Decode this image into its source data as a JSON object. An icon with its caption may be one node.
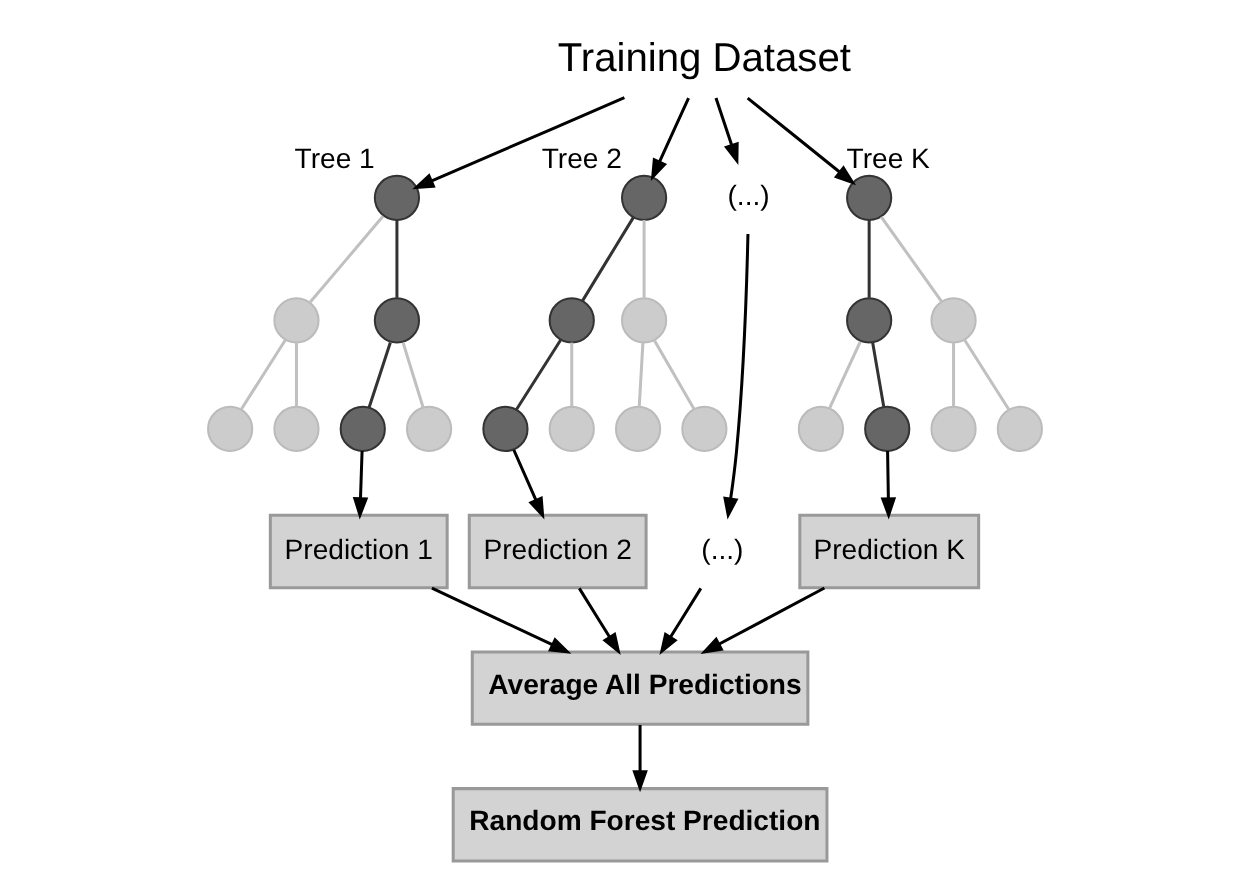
{
  "diagram": {
    "nodes": [
      {
        "text": [
          "Training Dataset"
        ]
      },
      {
        "text": [],
        "shape": "circle",
        "beside": [
          "Tree 1"
        ]
      },
      {
        "text": [],
        "shape": "circle"
      },
      {
        "text": [],
        "shape": "circle"
      },
      {
        "text": [],
        "shape": "circle"
      },
      {
        "text": [],
        "shape": "circle"
      },
      {
        "text": [],
        "shape": "circle"
      },
      {
        "text": [],
        "shape": "circle"
      },
      {
        "text": [],
        "shape": "circle",
        "beside": [
          "Tree 2"
        ]
      },
      {
        "text": [],
        "shape": "circle"
      },
      {
        "text": [],
        "shape": "circle"
      },
      {
        "text": [],
        "shape": "circle"
      },
      {
        "text": [],
        "shape": "circle"
      },
      {
        "text": [],
        "shape": "circle"
      },
      {
        "text": [],
        "shape": "circle"
      },
      {
        "text": [
          "(...)"
        ]
      },
      {
        "text": [],
        "shape": "circle",
        "beside": [
          "Tree K"
        ]
      },
      {
        "text": [],
        "shape": "circle"
      },
      {
        "text": [],
        "shape": "circle"
      },
      {
        "text": [],
        "shape": "circle"
      },
      {
        "text": [],
        "shape": "circle"
      },
      {
        "text": [],
        "shape": "circle"
      },
      {
        "text": [],
        "shape": "circle"
      },
      {
        "text": [
          "Prediction 1"
        ]
      },
      {
        "text": [
          "Prediction 2"
        ]
      },
      {
        "text": [
          "(...)"
        ]
      },
      {
        "text": [
          "Prediction K"
        ]
      },
      {
        "text": [
          "Average All Predictions"
        ]
      },
      {
        "text": [
          "Random Forest Prediction"
        ]
      }
    ],
    "edges": [
      {
        "from": 0,
        "to": 1,
        "arrow": "to"
      },
      {
        "from": 0,
        "to": 8,
        "arrow": "to"
      },
      {
        "from": 0,
        "to": 15,
        "arrow": "to"
      },
      {
        "from": 0,
        "to": 16,
        "arrow": "to"
      },
      {
        "from": 1,
        "to": 2,
        "arrow": "none",
        "color": "#c0c0c0"
      },
      {
        "from": 1,
        "to": 3,
        "arrow": "none"
      },
      {
        "from": 2,
        "to": 4,
        "arrow": "none",
        "color": "#c0c0c0"
      },
      {
        "from": 2,
        "to": 5,
        "arrow": "none",
        "color": "#c0c0c0"
      },
      {
        "from": 3,
        "to": 6,
        "arrow": "none"
      },
      {
        "from": 3,
        "to": 7,
        "arrow": "none",
        "color": "#c0c0c0"
      },
      {
        "from": 8,
        "to": 9,
        "arrow": "none"
      },
      {
        "from": 8,
        "to": 10,
        "arrow": "none",
        "color": "#c0c0c0"
      },
      {
        "from": 9,
        "to": 11,
        "arrow": "none"
      },
      {
        "from": 9,
        "to": 12,
        "arrow": "none",
        "color": "#c0c0c0"
      },
      {
        "from": 10,
        "to": 13,
        "arrow": "none",
        "color": "#c0c0c0"
      },
      {
        "from": 10,
        "to": 14,
        "arrow": "none",
        "color": "#c0c0c0"
      },
      {
        "from": 16,
        "to": 17,
        "arrow": "none"
      },
      {
        "from": 16,
        "to": 18,
        "arrow": "none",
        "color": "#c0c0c0"
      },
      {
        "from": 17,
        "to": 19,
        "arrow": "none",
        "color": "#c0c0c0"
      },
      {
        "from": 17,
        "to": 20,
        "arrow": "none"
      },
      {
        "from": 18,
        "to": 21,
        "arrow": "none",
        "color": "#c0c0c0"
      },
      {
        "from": 18,
        "to": 22,
        "arrow": "none",
        "color": "#c0c0c0"
      },
      {
        "from": 6,
        "to": 23,
        "arrow": "to"
      },
      {
        "from": 11,
        "to": 24,
        "arrow": "to"
      },
      {
        "from": 15,
        "to": 25,
        "arrow": "to"
      },
      {
        "from": 20,
        "to": 26,
        "arrow": "to"
      },
      {
        "from": 23,
        "to": 27,
        "arrow": "to"
      },
      {
        "from": 24,
        "to": 27,
        "arrow": "to"
      },
      {
        "from": 25,
        "to": 27,
        "arrow": "to"
      },
      {
        "from": 26,
        "to": 27,
        "arrow": "to"
      },
      {
        "from": 27,
        "to": 28,
        "arrow": "to"
      }
    ]
  }
}
